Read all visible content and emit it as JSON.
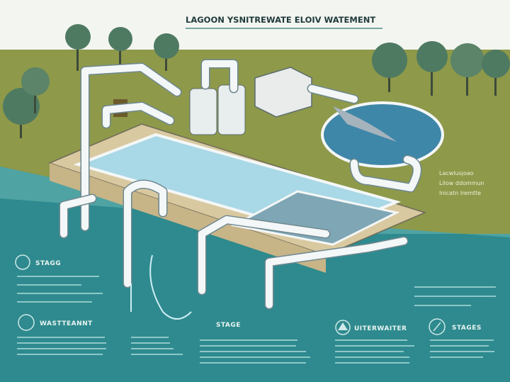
{
  "title": "LAGOON YSNITREWATE ELOIV WATEMENT",
  "side_label": [
    "Lacwlusjoao",
    "Lilow ddommun",
    "Inicatn Iremtte"
  ],
  "stages": [
    {
      "label": "STAGG",
      "icon": "lagoon-icon"
    },
    {
      "label": "WASTTEANNT",
      "icon": "drop-icon"
    },
    {
      "label": "STAGE",
      "icon": ""
    },
    {
      "label": "UITERWAITER",
      "icon": "water-icon"
    },
    {
      "label": "STAGES",
      "icon": "leaf-icon"
    }
  ],
  "colors": {
    "water": "#2e8a8e",
    "grass": "#8e994a",
    "pool": "#a9d8e6",
    "concrete": "#d9c9a0"
  }
}
